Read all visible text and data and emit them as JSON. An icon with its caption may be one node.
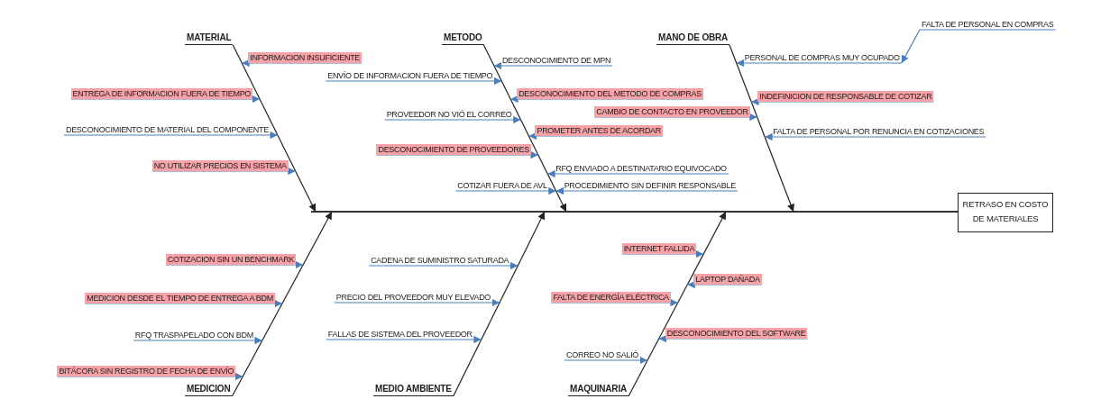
{
  "diagram": {
    "nodes": [
      {
        "text": [
          "MATERIAL"
        ]
      },
      {
        "text": [],
        "shape": "line"
      },
      {
        "text": [
          "INFORMACION INSUFICIENTE"
        ]
      },
      {
        "text": [
          "ENTREGA DE INFORMACION FUERA DE TIEMPO"
        ]
      },
      {
        "text": [
          "DESCONOCIMIENTO DE MATERIAL DEL COMPONENTE"
        ]
      },
      {
        "text": [
          "NO UTILIZAR PRECIOS EN SISTEMA"
        ]
      },
      {
        "text": [
          "METODO"
        ]
      },
      {
        "text": [],
        "shape": "line"
      },
      {
        "text": [
          "DESCONOCIMIENTO DE MPN"
        ]
      },
      {
        "text": [
          "ENVÍO DE INFORMACION FUERA DE TIEMPO"
        ]
      },
      {
        "text": [
          "DESCONOCIMIENTO DEL METODO DE COMPRAS"
        ]
      },
      {
        "text": [
          "PROVEEDOR NO VIÓ EL CORREO"
        ]
      },
      {
        "text": [
          "PROMETER ANTES DE ACORDAR"
        ]
      },
      {
        "text": [
          "DESCONOCIMIENTO DE PROVEEDORES"
        ]
      },
      {
        "text": [
          "RFQ ENVIADO A DESTINATARIO EQUIVOCADO"
        ]
      },
      {
        "text": [
          "COTIZAR FUERA DE AVL"
        ]
      },
      {
        "text": [
          "PROCEDIMIENTO SIN DEFINIR RESPONSABLE"
        ]
      },
      {
        "text": [
          "MANO DE OBRA"
        ]
      },
      {
        "text": [],
        "shape": "line"
      },
      {
        "text": [
          "FALTA DE PERSONAL EN COMPRAS"
        ]
      },
      {
        "text": [
          "PERSONAL DE COMPRAS MUY OCUPADO"
        ]
      },
      {
        "text": [
          "INDEFINICION DE RESPONSABLE DE COTIZAR"
        ]
      },
      {
        "text": [
          "CAMBIO DE CONTACTO EN PROVEEDOR"
        ]
      },
      {
        "text": [
          "FALTA DE PERSONAL POR RENUNCIA EN COTIZACIONES"
        ]
      },
      {
        "text": [],
        "shape": "line"
      },
      {
        "text": [
          "RETRASO EN COSTO DE MATERIALES"
        ]
      },
      {
        "text": [
          "COTIZACION  SIN UN BENCHMARK"
        ]
      },
      {
        "text": [
          "MEDICION DESDE EL TIEMPO DE ENTREGA A BDM"
        ]
      },
      {
        "text": [
          "RFQ TRASPAPELADO CON BDM"
        ]
      },
      {
        "text": [
          "BITÁCORA SIN REGISTRO DE FECHA DE ENVÍO"
        ]
      },
      {
        "text": [
          "MEDICION"
        ]
      },
      {
        "text": [],
        "shape": "line"
      },
      {
        "text": [
          "CADENA DE SUMINISTRO SATURADA"
        ]
      },
      {
        "text": [
          "PRECIO DEL PROVEEDOR MUY ELEVADO"
        ]
      },
      {
        "text": [
          "FALLAS DE SISTEMA DEL PROVEEDOR"
        ]
      },
      {
        "text": [
          "MEDIO AMBIENTE"
        ]
      },
      {
        "text": [],
        "shape": "line"
      },
      {
        "text": [
          "INTERNET FALLIDA"
        ]
      },
      {
        "text": [
          "LAPTOP DAÑADA"
        ]
      },
      {
        "text": [
          "FALTA DE ENERGÍA ELÉCTRICA"
        ]
      },
      {
        "text": [
          "DESCONOCIMIENTO DEL SOFTWARE"
        ]
      },
      {
        "text": [
          "CORREO NO SALIÓ"
        ]
      },
      {
        "text": [
          "MAQUINARIA"
        ]
      },
      {
        "text": [],
        "shape": "line"
      }
    ],
    "edges": [
      {
        "from": 2,
        "to": 1,
        "arrow": "to"
      },
      {
        "from": 3,
        "to": 1,
        "arrow": "to"
      },
      {
        "from": 4,
        "to": 1,
        "arrow": "to"
      },
      {
        "from": 5,
        "to": 1,
        "arrow": "to"
      },
      {
        "from": 8,
        "to": 7,
        "arrow": "to"
      },
      {
        "from": 9,
        "to": 7,
        "arrow": "to"
      },
      {
        "from": 10,
        "to": 7,
        "arrow": "to"
      },
      {
        "from": 11,
        "to": 7,
        "arrow": "to"
      },
      {
        "from": 12,
        "to": 7,
        "arrow": "to"
      },
      {
        "from": 13,
        "to": 7,
        "arrow": "to"
      },
      {
        "from": 14,
        "to": 7,
        "arrow": "to"
      },
      {
        "from": 15,
        "to": 7,
        "arrow": "to"
      },
      {
        "from": 16,
        "to": 7,
        "arrow": "to"
      },
      {
        "from": 19,
        "to": 20,
        "arrow": "to"
      },
      {
        "from": 20,
        "to": 18,
        "arrow": "to"
      },
      {
        "from": 21,
        "to": 18,
        "arrow": "to"
      },
      {
        "from": 22,
        "to": 18,
        "arrow": "to"
      },
      {
        "from": 23,
        "to": 18,
        "arrow": "to"
      },
      {
        "from": 26,
        "to": 31,
        "arrow": "to"
      },
      {
        "from": 27,
        "to": 31,
        "arrow": "to"
      },
      {
        "from": 28,
        "to": 31,
        "arrow": "to"
      },
      {
        "from": 29,
        "to": 31,
        "arrow": "to"
      },
      {
        "from": 32,
        "to": 36,
        "arrow": "to"
      },
      {
        "from": 33,
        "to": 36,
        "arrow": "to"
      },
      {
        "from": 34,
        "to": 36,
        "arrow": "to"
      },
      {
        "from": 37,
        "to": 43,
        "arrow": "to"
      },
      {
        "from": 38,
        "to": 43,
        "arrow": "to"
      },
      {
        "from": 39,
        "to": 43,
        "arrow": "to"
      },
      {
        "from": 40,
        "to": 43,
        "arrow": "to"
      },
      {
        "from": 41,
        "to": 43,
        "arrow": "to"
      },
      {
        "from": 1,
        "to": 24,
        "arrow": "to",
        "color": "#222222"
      },
      {
        "from": 7,
        "to": 24,
        "arrow": "to",
        "color": "#222222"
      },
      {
        "from": 18,
        "to": 24,
        "arrow": "to",
        "color": "#222222"
      },
      {
        "from": 31,
        "to": 24,
        "arrow": "to",
        "color": "#222222"
      },
      {
        "from": 36,
        "to": 24,
        "arrow": "to",
        "color": "#222222"
      },
      {
        "from": 43,
        "to": 24,
        "arrow": "to",
        "color": "#222222"
      }
    ]
  }
}
